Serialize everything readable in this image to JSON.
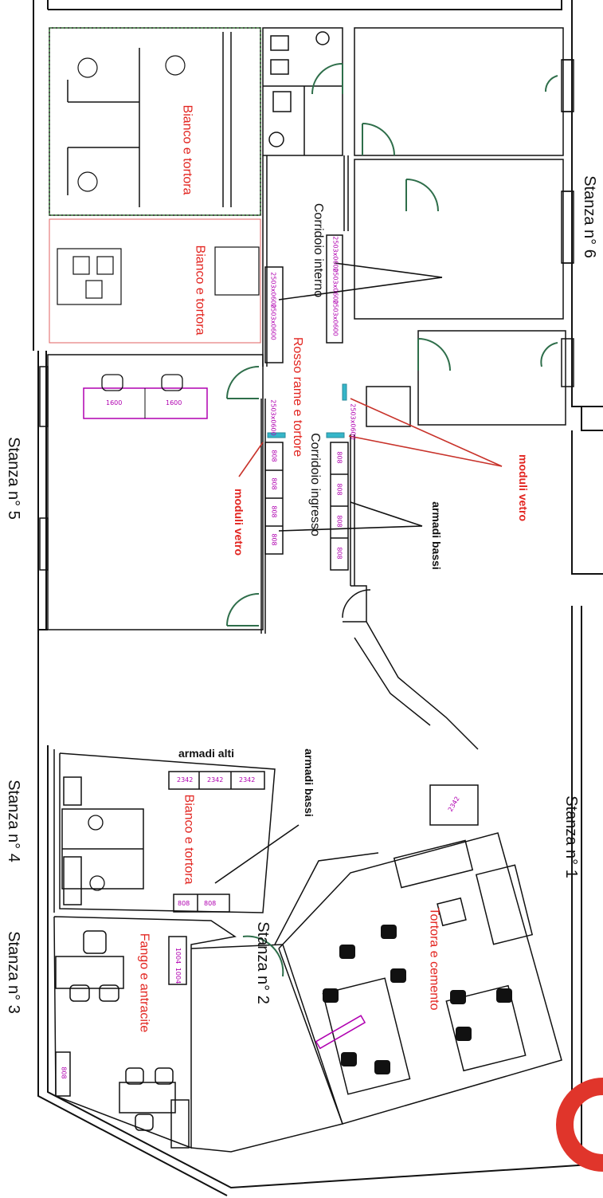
{
  "rooms": {
    "stanza_6": "Stanza n° 6",
    "stanza_5": "Stanza n° 5",
    "stanza_4": "Stanza n° 4",
    "stanza_3": "Stanza n° 3",
    "stanza_2": "Stanza n° 2",
    "stanza_1": "Stanza n° 1"
  },
  "corridors": {
    "interno": "Corridoio interno",
    "ingresso": "Corridoio ingresso"
  },
  "finishes": {
    "bianco_tortora_1": "Bianco e tortora",
    "bianco_tortora_2": "Bianco e tortora",
    "bianco_tortora_3": "Bianco e tortora",
    "rosso_rame": "Rosso rame e tortore",
    "tortora_cemento": "Tortora e cemento",
    "fango_antracite": "Fango e antracite"
  },
  "annotations": {
    "moduli_vetro_right": "moduli vetro",
    "moduli_vetro_left": "moduli vetro",
    "armadi_bassi_center": "armadi bassi",
    "armadi_bassi_room4": "armadi bassi",
    "armadi_alti": "armadi alti"
  },
  "furniture_labels": {
    "desk_a": "1600",
    "desk_b": "1600",
    "tall_1": "2342",
    "tall_2": "2342",
    "tall_3": "2342",
    "tall_4": "2342",
    "low_4a": "808",
    "low_4b": "808",
    "low_3a": "1004",
    "low_3b": "1004",
    "low_3c": "808",
    "cab_1": "808",
    "cab_2": "808",
    "cab_3": "808",
    "cab_4": "808",
    "cab_5": "808",
    "cab_6": "808",
    "cab_7": "808",
    "cab_8": "808",
    "int_1": "2503x0600",
    "int_2": "2503x0600",
    "int_3": "2503x0600",
    "int_4": "2503x0600",
    "int_5": "2503x0600",
    "int_6": "2503x0600",
    "int_7": "2503x0600"
  },
  "colors": {
    "wall": "#111111",
    "door": "#2e6e4a",
    "glass": "#35b6c9",
    "label_red": "#e2241f",
    "furniture_outline": "#b000b0",
    "logo": "#e0352b"
  },
  "logo": {
    "icon": "red-arc-logo"
  }
}
